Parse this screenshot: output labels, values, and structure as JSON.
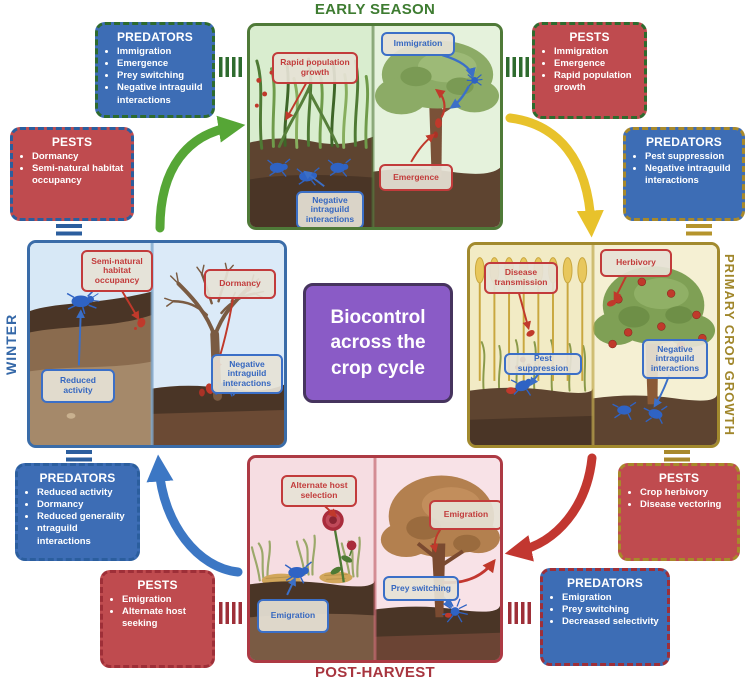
{
  "center": {
    "title": "Biocontrol across the crop cycle"
  },
  "seasons": {
    "early": {
      "title": "EARLY SEASON"
    },
    "primary": {
      "title": "PRIMARY CROP GROWTH"
    },
    "post": {
      "title": "POST-HARVEST"
    },
    "winter": {
      "title": "WINTER"
    }
  },
  "panel_labels": {
    "early": {
      "rapid_population_growth": "Rapid population growth",
      "immigration": "Immigration",
      "negative_intraguild": "Negative intraguild interactions",
      "emergence": "Emergence"
    },
    "primary": {
      "disease_transmission": "Disease transmission",
      "herbivory": "Herbivory",
      "pest_suppression": "Pest suppression",
      "negative_intraguild": "Negative intraguild interactions"
    },
    "post": {
      "alternate_host_selection": "Alternate host selection",
      "emigration_pests": "Emigration",
      "emigration_predators": "Emigration",
      "prey_switching": "Prey switching"
    },
    "winter": {
      "semi_natural_habitat_occupancy": "Semi-natural habitat occupancy",
      "dormancy": "Dormancy",
      "reduced_activity": "Reduced activity",
      "negative_intraguild": "Negative intraguild interactions"
    }
  },
  "side_boxes": {
    "predators_early": {
      "title": "PREDATORS",
      "items": [
        "Immigration",
        "Emergence",
        "Prey switching",
        "Negative intraguild interactions"
      ]
    },
    "pests_winter": {
      "title": "PESTS",
      "items": [
        "Dormancy",
        "Semi-natural habitat occupancy"
      ]
    },
    "pests_early": {
      "title": "PESTS",
      "items": [
        "Immigration",
        "Emergence",
        "Rapid population growth"
      ]
    },
    "predators_primary": {
      "title": "PREDATORS",
      "items": [
        "Pest suppression",
        "Negative intraguild interactions"
      ]
    },
    "pests_primary": {
      "title": "PESTS",
      "items": [
        "Crop herbivory",
        "Disease vectoring"
      ]
    },
    "predators_post": {
      "title": "PREDATORS",
      "items": [
        "Emigration",
        "Prey switching",
        "Decreased selectivity"
      ]
    },
    "pests_post": {
      "title": "PESTS",
      "items": [
        "Emigration",
        "Alternate host seeking"
      ]
    },
    "predators_winter": {
      "title": "PREDATORS",
      "items": [
        "Reduced activity",
        "Dormancy",
        "Reduced generality",
        "ntraguild interactions"
      ]
    }
  },
  "colors": {
    "predators_fill": "#3D6DB5",
    "pests_fill": "#BF4B4F",
    "early_green": "#3E7C31",
    "primary_olive": "#A0862A",
    "post_harvest_red": "#A8353F",
    "winter_blue": "#3568A8",
    "center_purple": "#8A5BC6",
    "arrow_green": "#56A636",
    "arrow_yellow": "#E8C22B",
    "arrow_red": "#C23730",
    "arrow_blue": "#3C77C4"
  }
}
